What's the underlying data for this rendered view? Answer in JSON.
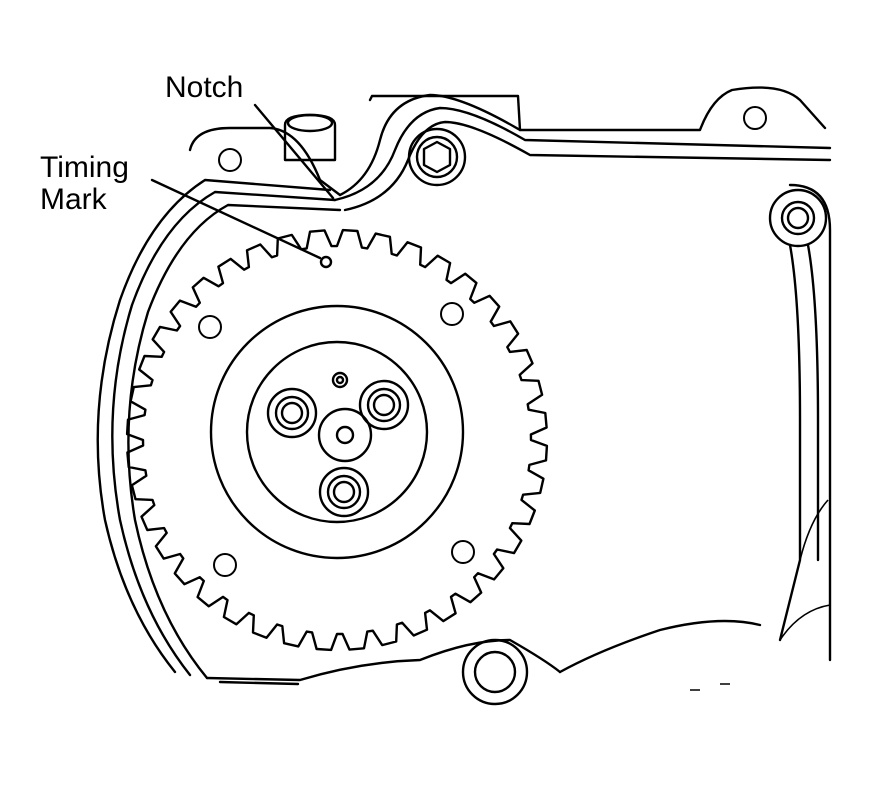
{
  "labels": {
    "notch": "Notch",
    "timing_mark_line1": "Timing",
    "timing_mark_line2": "Mark"
  },
  "colors": {
    "ink": "#000000",
    "paper": "#ffffff"
  },
  "gear": {
    "tooth_count": 40
  }
}
